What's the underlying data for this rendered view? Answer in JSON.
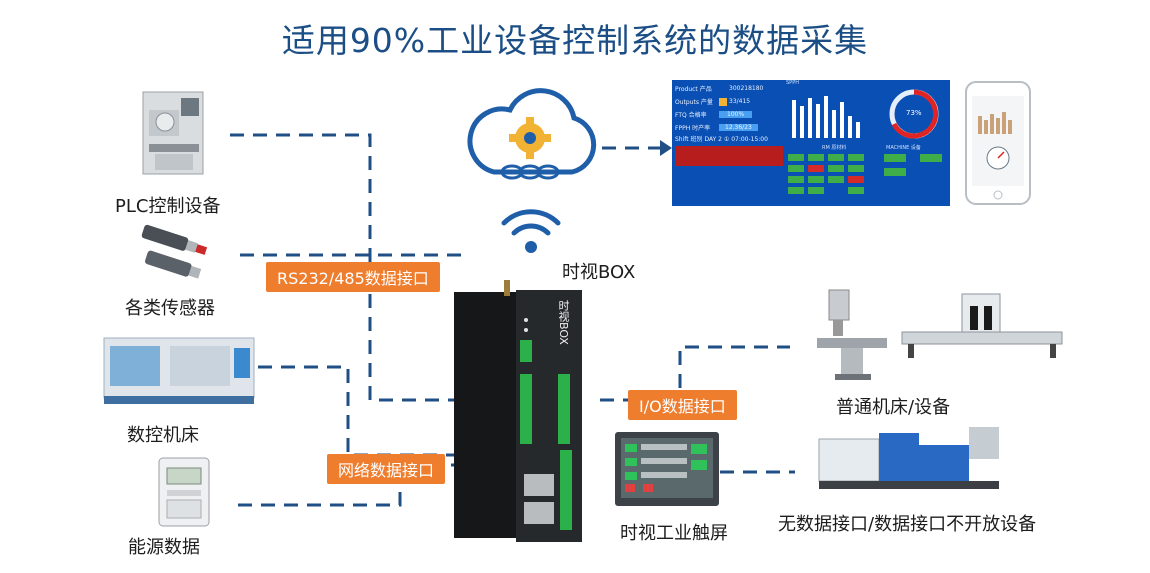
{
  "title": "适用90%工业设备控制系统的数据采集",
  "left_devices": {
    "plc": "PLC控制设备",
    "sensors": "各类传感器",
    "cnc": "数控机床",
    "energy": "能源数据"
  },
  "interfaces": {
    "rs": "RS232/485数据接口",
    "network": "网络数据接口",
    "io": "I/O数据接口"
  },
  "box_label": "时视BOX",
  "touchscreen_label": "时视工业触屏",
  "right_devices": {
    "ordinary": "普通机床/设备",
    "no_interface": "无数据接口/数据接口不开放设备"
  },
  "dashboard": {
    "rows": [
      {
        "label": "Product 产品",
        "value": "300218180"
      },
      {
        "label": "Outputs 产量",
        "value": "33/415"
      },
      {
        "label": "FTQ 合格率",
        "value": "100%"
      },
      {
        "label": "FPPH 时产率",
        "value": "12.36/23"
      }
    ],
    "shift": "Shift 班别  DAY   2 ①  07:00-15:00",
    "gauge_value": "73%",
    "machine_header": "MACHINE 设备",
    "rm_header": "RM 原材料",
    "mid_header": "SPPH"
  },
  "device_brand": "时视BOX",
  "colors": {
    "title": "#1c4e86",
    "line": "#1f4f84",
    "badge": "#ee7d2e",
    "cloud": "#1f5ea8",
    "dashboard_bg": "#0a4fb3"
  }
}
